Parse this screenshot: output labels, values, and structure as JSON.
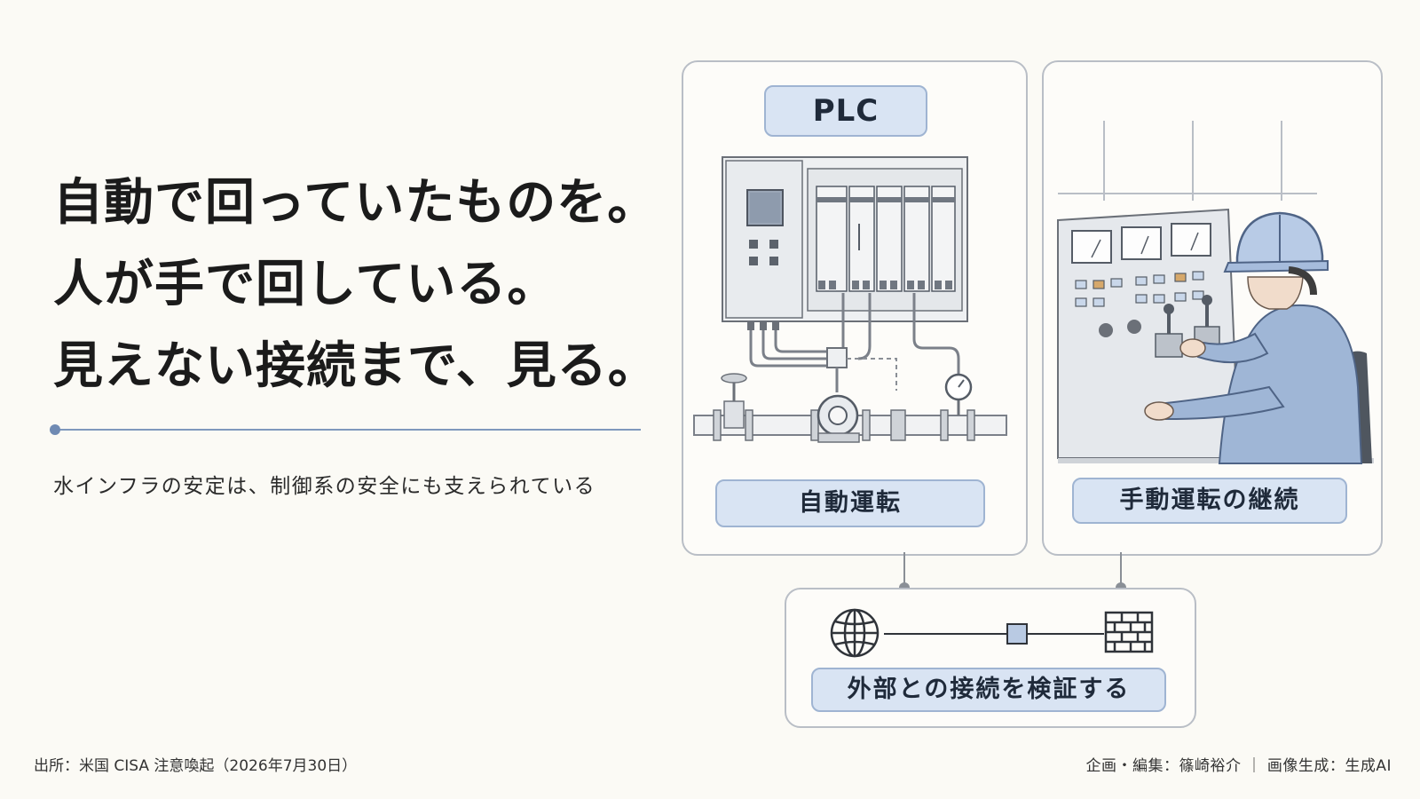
{
  "headline": {
    "line1": "自動で回っていたものを。",
    "line2": "人が手で回している。",
    "line3": "見えない接続まで、見る。"
  },
  "subtitle": "水インフラの安定は、制御系の安全にも支えられている",
  "panels": {
    "auto": {
      "badge": "PLC",
      "label": "自動運転"
    },
    "manual": {
      "label": "手動運転の継続"
    },
    "network": {
      "label": "外部との接続を検証する"
    }
  },
  "footer": {
    "source": "出所：米国 CISA 注意喚起（2026年7月30日）",
    "credit": "企画・編集：篠崎裕介 ｜ 画像生成：生成AI"
  },
  "icons": {
    "plc": "plc-cabinet-illustration",
    "operator": "operator-console-illustration",
    "globe": "globe-icon",
    "node": "node-square-icon",
    "firewall": "firewall-brick-icon"
  },
  "colors": {
    "accent": "#7f98bd",
    "pill_fill": "#d9e4f3",
    "pill_border": "#9fb4d2",
    "panel_border": "#b9bec6",
    "background": "#fbfaf5"
  }
}
